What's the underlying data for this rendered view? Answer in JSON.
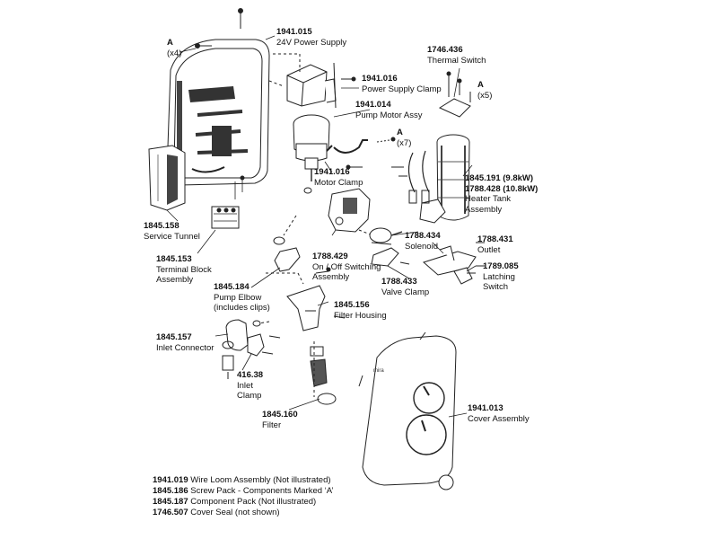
{
  "parts": [
    {
      "id": "screw-a-top",
      "code": "A",
      "desc": "(x4)"
    },
    {
      "id": "24v-power-supply",
      "code": "1941.015",
      "desc": "24V Power Supply"
    },
    {
      "id": "power-supply-clamp",
      "code": "1941.016",
      "desc": "Power Supply Clamp"
    },
    {
      "id": "pump-motor-assy",
      "code": "1941.014",
      "desc": "Pump Motor Assy"
    },
    {
      "id": "screw-a-mid",
      "code": "A",
      "desc": "(x7)"
    },
    {
      "id": "motor-clamp",
      "code": "1941.016",
      "desc": "Motor Clamp"
    },
    {
      "id": "thermal-switch",
      "code": "1746.436",
      "desc": "Thermal Switch"
    },
    {
      "id": "screw-a-right",
      "code": "A",
      "desc": "(x5)"
    },
    {
      "id": "heater-tank",
      "code": "1845.191 (9.8kW)",
      "code2": "1788.428 (10.8kW)",
      "desc": "Heater Tank",
      "desc2": "Assembly"
    },
    {
      "id": "service-tunnel",
      "code": "1845.158",
      "desc": "Service Tunnel"
    },
    {
      "id": "terminal-block",
      "code": "1845.153",
      "desc": "Terminal Block",
      "desc2": "Assembly"
    },
    {
      "id": "solenoid",
      "code": "1788.434",
      "desc": "Solenoid"
    },
    {
      "id": "on-off-switching",
      "code": "1788.429",
      "desc": "On / Off Switching",
      "desc2": "Assembly"
    },
    {
      "id": "outlet",
      "code": "1788.431",
      "desc": "Outlet"
    },
    {
      "id": "latching-switch",
      "code": "1789.085",
      "desc": "Latching",
      "desc2": "Switch"
    },
    {
      "id": "valve-clamp",
      "code": "1788.433",
      "desc": "Valve Clamp"
    },
    {
      "id": "pump-elbow",
      "code": "1845.184",
      "desc": "Pump Elbow",
      "desc2": "(includes clips)"
    },
    {
      "id": "filter-housing",
      "code": "1845.156",
      "desc": "Filter Housing"
    },
    {
      "id": "inlet-connector",
      "code": "1845.157",
      "desc": "Inlet Connector"
    },
    {
      "id": "inlet-clamp",
      "code": "416.38",
      "desc": "Inlet",
      "desc2": "Clamp"
    },
    {
      "id": "filter",
      "code": "1845.160",
      "desc": "Filter"
    },
    {
      "id": "cover-assembly",
      "code": "1941.013",
      "desc": "Cover Assembly"
    }
  ],
  "notes": [
    {
      "code": "1941.019",
      "text": "Wire Loom Assembly (Not illustrated)"
    },
    {
      "code": "1845.186",
      "text": "Screw Pack - Components Marked ‘A’"
    },
    {
      "code": "1845.187",
      "text": "Component Pack (Not illustrated)"
    },
    {
      "code": "1746.507",
      "text": "Cover Seal (not shown)"
    }
  ]
}
